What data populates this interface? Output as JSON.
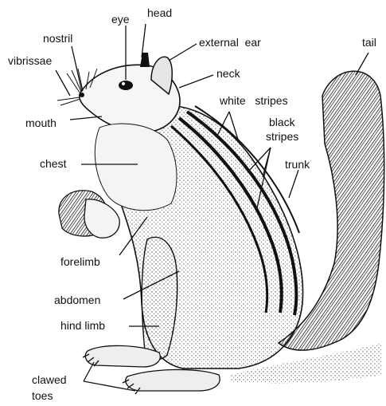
{
  "diagram": {
    "labels": {
      "head": "head",
      "eye": "eye",
      "nostril": "nostril",
      "external_ear": "external  ear",
      "tail": "tail",
      "vibrissae": "vibrissae",
      "neck": "neck",
      "white_stripes": "white   stripes",
      "mouth": "mouth",
      "black_stripes_1": "black",
      "black_stripes_2": "stripes",
      "chest": "chest",
      "trunk": "trunk",
      "forelimb": "forelimb",
      "abdomen": "abdomen",
      "hind_limb": "hind limb",
      "clawed_toes_1": "clawed",
      "clawed_toes_2": "toes"
    }
  },
  "colors": {
    "ink": "#111111",
    "paper": "#ffffff",
    "shade": "#e6e6e6"
  }
}
